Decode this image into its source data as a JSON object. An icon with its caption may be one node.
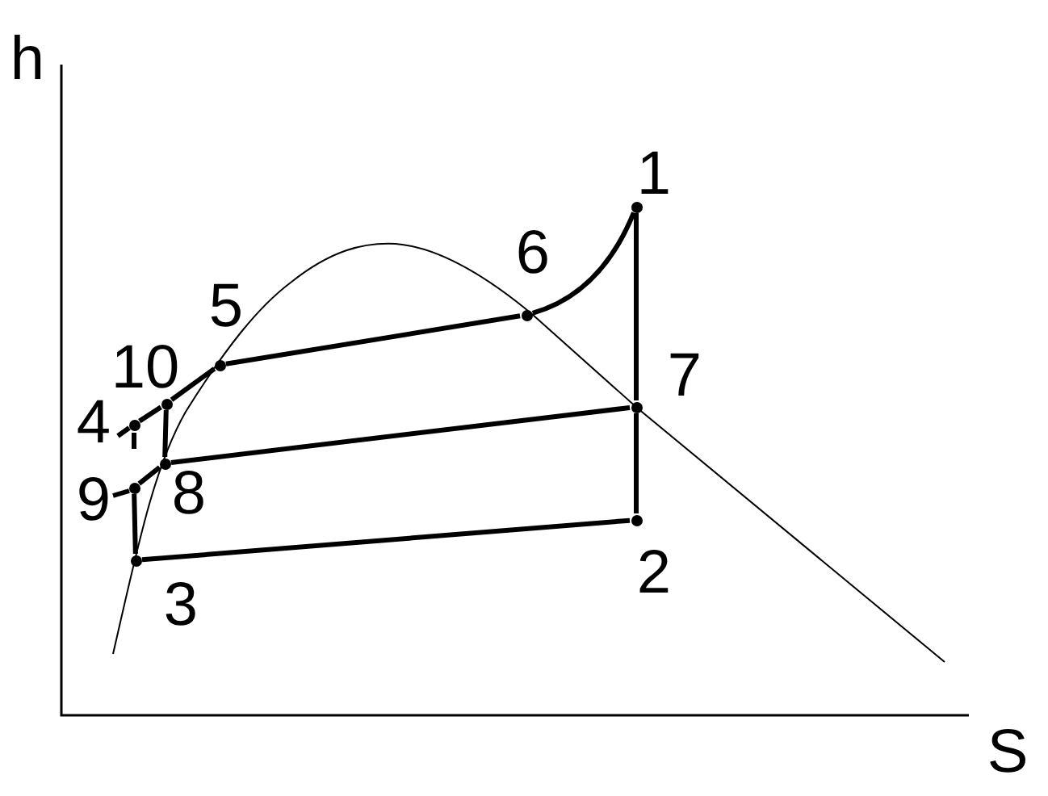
{
  "diagram": {
    "nodes": [
      {
        "text": [],
        "shape": "circle",
        "beside": [
          "1"
        ]
      },
      {
        "text": [],
        "shape": "circle",
        "beside": [
          "2"
        ]
      },
      {
        "text": [],
        "shape": "circle",
        "beside": [
          "3"
        ]
      },
      {
        "text": [],
        "shape": "circle",
        "beside": [
          "4"
        ]
      },
      {
        "text": [],
        "shape": "circle",
        "beside": [
          "5"
        ]
      },
      {
        "text": [],
        "shape": "circle",
        "beside": [
          "6"
        ]
      },
      {
        "text": [],
        "shape": "circle",
        "beside": [
          "7"
        ]
      },
      {
        "text": [],
        "shape": "circle",
        "beside": [
          "8"
        ]
      },
      {
        "text": [],
        "shape": "circle",
        "beside": [
          "9"
        ]
      },
      {
        "text": [],
        "shape": "circle",
        "beside": [
          "10"
        ]
      }
    ],
    "edges": [
      {
        "from": 3,
        "to": 9,
        "arrow": "none"
      },
      {
        "from": 9,
        "to": 4,
        "arrow": "none"
      },
      {
        "from": 4,
        "to": 5,
        "arrow": "none"
      },
      {
        "from": 5,
        "to": 0,
        "arrow": "none"
      },
      {
        "from": 0,
        "to": 6,
        "arrow": "none"
      },
      {
        "from": 6,
        "to": 1,
        "arrow": "none"
      },
      {
        "from": 1,
        "to": 2,
        "arrow": "none"
      },
      {
        "from": 2,
        "to": 8,
        "arrow": "none"
      },
      {
        "from": 8,
        "to": 7,
        "arrow": "none"
      },
      {
        "from": 7,
        "to": 6,
        "arrow": "none"
      },
      {
        "from": 9,
        "to": 7,
        "arrow": "none"
      }
    ],
    "labels": [
      "h",
      "S"
    ]
  }
}
